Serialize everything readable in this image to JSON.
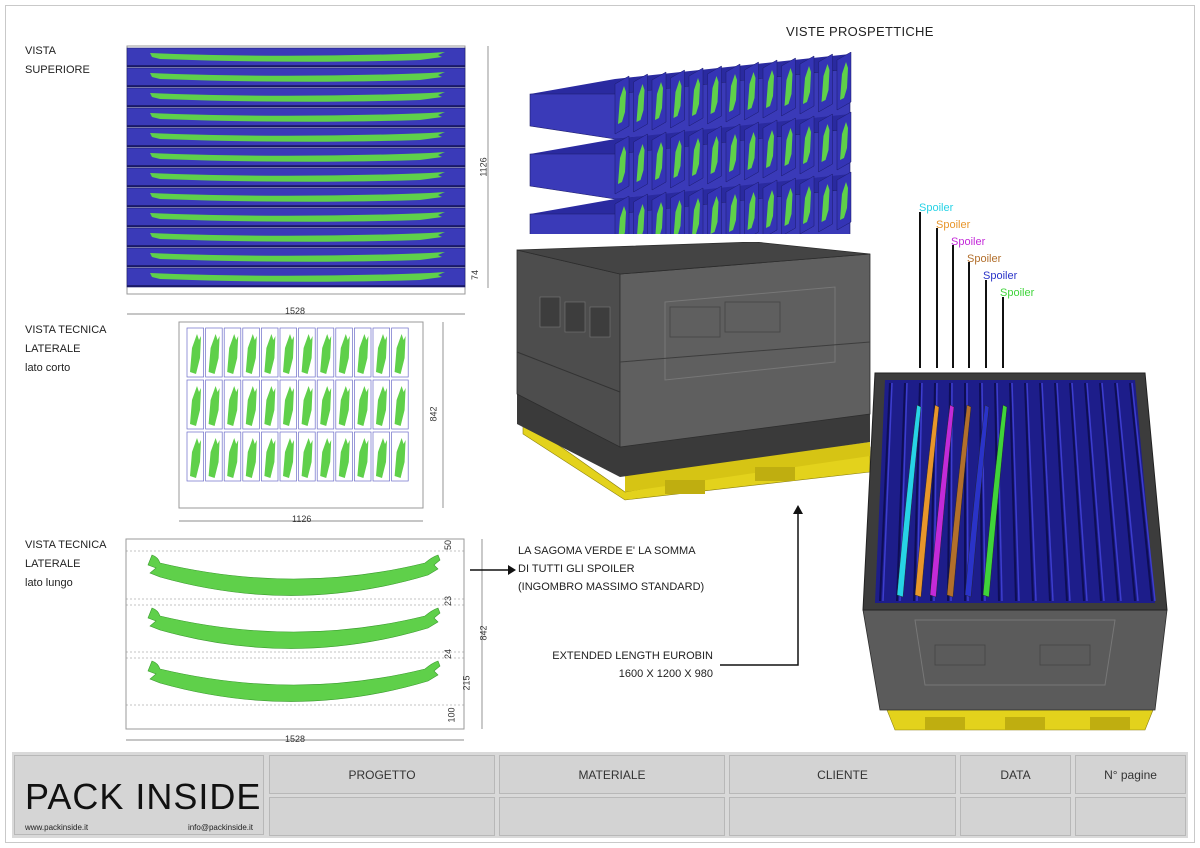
{
  "views": {
    "top_label": "VISTA\nSUPERIORE",
    "side_short_label": [
      "VISTA TECNICA",
      "LATERALE",
      "lato corto"
    ],
    "side_long_label": [
      "VISTA TECNICA",
      "LATERALE",
      "lato lungo"
    ],
    "perspective_title": "VISTE PROSPETTICHE"
  },
  "dimensions": {
    "top_width": "1528",
    "top_height": "1126",
    "top_pitch": "74",
    "short_width": "1126",
    "short_height": "842",
    "long_width": "1528",
    "long_height": "842",
    "long_gap_top": "50",
    "long_gap_1": "23",
    "long_gap_2": "24",
    "long_pitch": "215",
    "long_bottom": "100"
  },
  "notes": {
    "green_shape": [
      "LA SAGOMA VERDE E' LA SOMMA",
      "DI TUTTI GLI SPOILER",
      "(INGOMBRO MASSIMO STANDARD)"
    ],
    "bin": [
      "EXTENDED LENGTH EUROBIN",
      "1600 X 1200 X 980"
    ]
  },
  "spoilers": [
    {
      "label": "Spoiler",
      "color": "#27d3e6"
    },
    {
      "label": "Spoiler",
      "color": "#e8962b"
    },
    {
      "label": "Spoiler",
      "color": "#c32ad8"
    },
    {
      "label": "Spoiler",
      "color": "#b26f2c"
    },
    {
      "label": "Spoiler",
      "color": "#2a33c8"
    },
    {
      "label": "Spoiler",
      "color": "#3fd43a"
    }
  ],
  "title_block": {
    "company": "PACK INSIDE",
    "website": "www.packinside.it",
    "email": "info@packinside.it",
    "headers": [
      "PROGETTO",
      "MATERIALE",
      "CLIENTE",
      "DATA",
      "N° pagine"
    ]
  },
  "colors": {
    "blue": "#3a3ab8",
    "green": "#5fd04a",
    "bin_grey": "#5a5a5a",
    "pallet_yellow": "#e3d21c"
  }
}
